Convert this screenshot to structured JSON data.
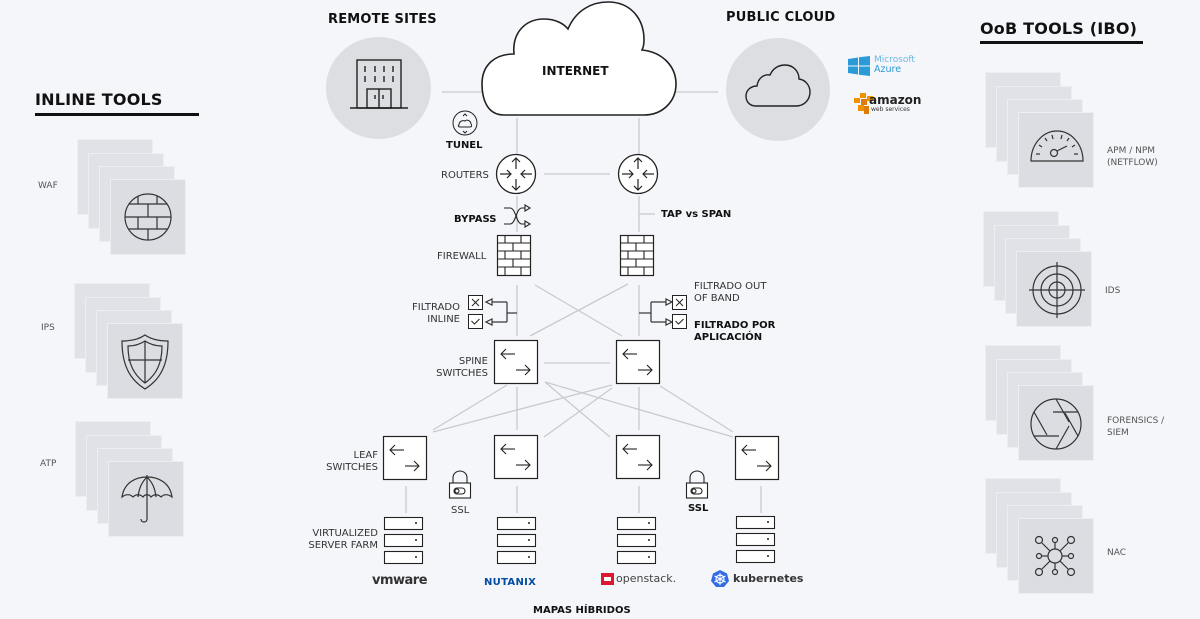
{
  "headings": {
    "inline_tools": "INLINE TOOLS",
    "oob_tools": "OoB TOOLS (IBO)",
    "remote_sites": "REMOTE SITES",
    "public_cloud": "PUBLIC CLOUD",
    "internet": "INTERNET",
    "hybrid_maps": "MAPAS HÍBRIDOS"
  },
  "inline_tools": [
    {
      "label": "WAF",
      "icon": "brick-globe-icon"
    },
    {
      "label": "IPS",
      "icon": "shield-icon"
    },
    {
      "label": "ATP",
      "icon": "umbrella-icon"
    }
  ],
  "oob_tools": [
    {
      "label_line1": "APM / NPM",
      "label_line2": "(NETFLOW)",
      "icon": "gauge-icon"
    },
    {
      "label_line1": "IDS",
      "label_line2": "",
      "icon": "target-icon"
    },
    {
      "label_line1": "FORENSICS /",
      "label_line2": "SIEM",
      "icon": "aperture-icon"
    },
    {
      "label_line1": "NAC",
      "label_line2": "",
      "icon": "network-hub-icon"
    }
  ],
  "network": {
    "tunnel": "TUNEL",
    "routers": "ROUTERS",
    "bypass": "BYPASS",
    "tap_vs_span": "TAP vs SPAN",
    "firewall": "FIREWALL",
    "inline_filter_1": "FILTRADO",
    "inline_filter_2": "INLINE",
    "oob_filter_1": "FILTRADO OUT",
    "oob_filter_2": "OF BAND",
    "app_filter_1": "FILTRADO POR",
    "app_filter_2": "APLICACIÓN",
    "spine_1": "SPINE",
    "spine_2": "SWITCHES",
    "leaf_1": "LEAF",
    "leaf_2": "SWITCHES",
    "ssl_left": "SSL",
    "ssl_right": "SSL",
    "server_farm_1": "VIRTUALIZED",
    "server_farm_2": "SERVER FARM"
  },
  "cloud_providers": {
    "azure_line1": "Microsoft",
    "azure_line2": "Azure",
    "aws_line1": "amazon",
    "aws_line2": "web services"
  },
  "platforms": {
    "vmware": "vmware",
    "nutanix": "NUTANIX",
    "openstack": "openstack.",
    "kubernetes": "kubernetes"
  },
  "colors": {
    "background": "#f5f6fa",
    "azure_blue": "#2b9bd8",
    "aws_orange": "#f29100",
    "openstack_red": "#da1a32",
    "kubernetes_blue": "#326ce5",
    "nutanix_blue": "#024da1"
  }
}
